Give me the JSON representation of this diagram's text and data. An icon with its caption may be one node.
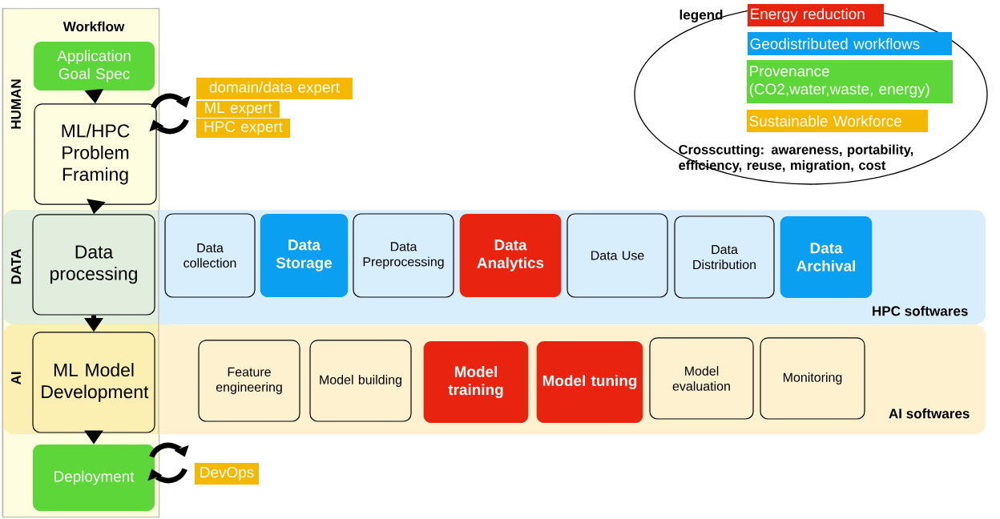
{
  "diagram": {
    "nodes": [
      {
        "text": [
          "Workflow"
        ]
      },
      {
        "text": [
          "Application Goal Spec"
        ],
        "in": 0
      },
      {
        "text": [
          "ML/HPC Problem Framing"
        ],
        "in": 0
      },
      {
        "text": [
          "HPC softwares"
        ]
      },
      {
        "text": [
          "Data processing"
        ]
      },
      {
        "text": [
          "Data collection"
        ],
        "in": 3
      },
      {
        "text": [
          "Data Storage"
        ],
        "in": 3
      },
      {
        "text": [
          "Data Preprocessing"
        ],
        "in": 3
      },
      {
        "text": [
          "Data Analytics"
        ],
        "in": 3
      },
      {
        "text": [
          "Data Use"
        ],
        "in": 3
      },
      {
        "text": [
          "Data Distribution"
        ],
        "in": 3
      },
      {
        "text": [
          "Data Archival"
        ],
        "in": 3
      },
      {
        "text": [
          "AI softwares"
        ]
      },
      {
        "text": [
          "ML Model Development"
        ]
      },
      {
        "text": [
          "Feature engineering"
        ],
        "in": 12
      },
      {
        "text": [
          "Model building"
        ],
        "in": 12
      },
      {
        "text": [
          "Model training"
        ],
        "in": 12
      },
      {
        "text": [
          "Model tuning"
        ],
        "in": 12
      },
      {
        "text": [
          "Model evaluation"
        ],
        "in": 12
      },
      {
        "text": [
          "Monitoring"
        ],
        "in": 12
      },
      {
        "text": [
          "Deployment"
        ],
        "in": 0
      },
      {
        "text": [
          "domain/data expert"
        ]
      },
      {
        "text": [
          "ML expert"
        ]
      },
      {
        "text": [
          "HPC expert"
        ]
      },
      {
        "text": [
          "DevOps"
        ]
      }
    ],
    "edges": [
      {
        "from": 1,
        "to": 2,
        "arrow": "to"
      },
      {
        "from": 2,
        "to": 4,
        "arrow": "to"
      },
      {
        "from": 4,
        "to": 13,
        "arrow": "to"
      },
      {
        "from": 13,
        "to": 20,
        "arrow": "to"
      }
    ],
    "labels": [
      "HUMAN",
      "DATA",
      "AI",
      "legend",
      "Crosscutting: awareness, portability, efficiency, reuse, migration, cost"
    ],
    "legend": [
      {
        "text": "Energy reduction",
        "color": "#e8230f"
      },
      {
        "text": "Geodistributed workflows",
        "color": "#0a9ff0"
      },
      {
        "text": "Provenance (CO2,water,waste, energy)",
        "color": "#5dd639"
      },
      {
        "text": "Sustainable Workforce",
        "color": "#f5b800"
      }
    ]
  }
}
